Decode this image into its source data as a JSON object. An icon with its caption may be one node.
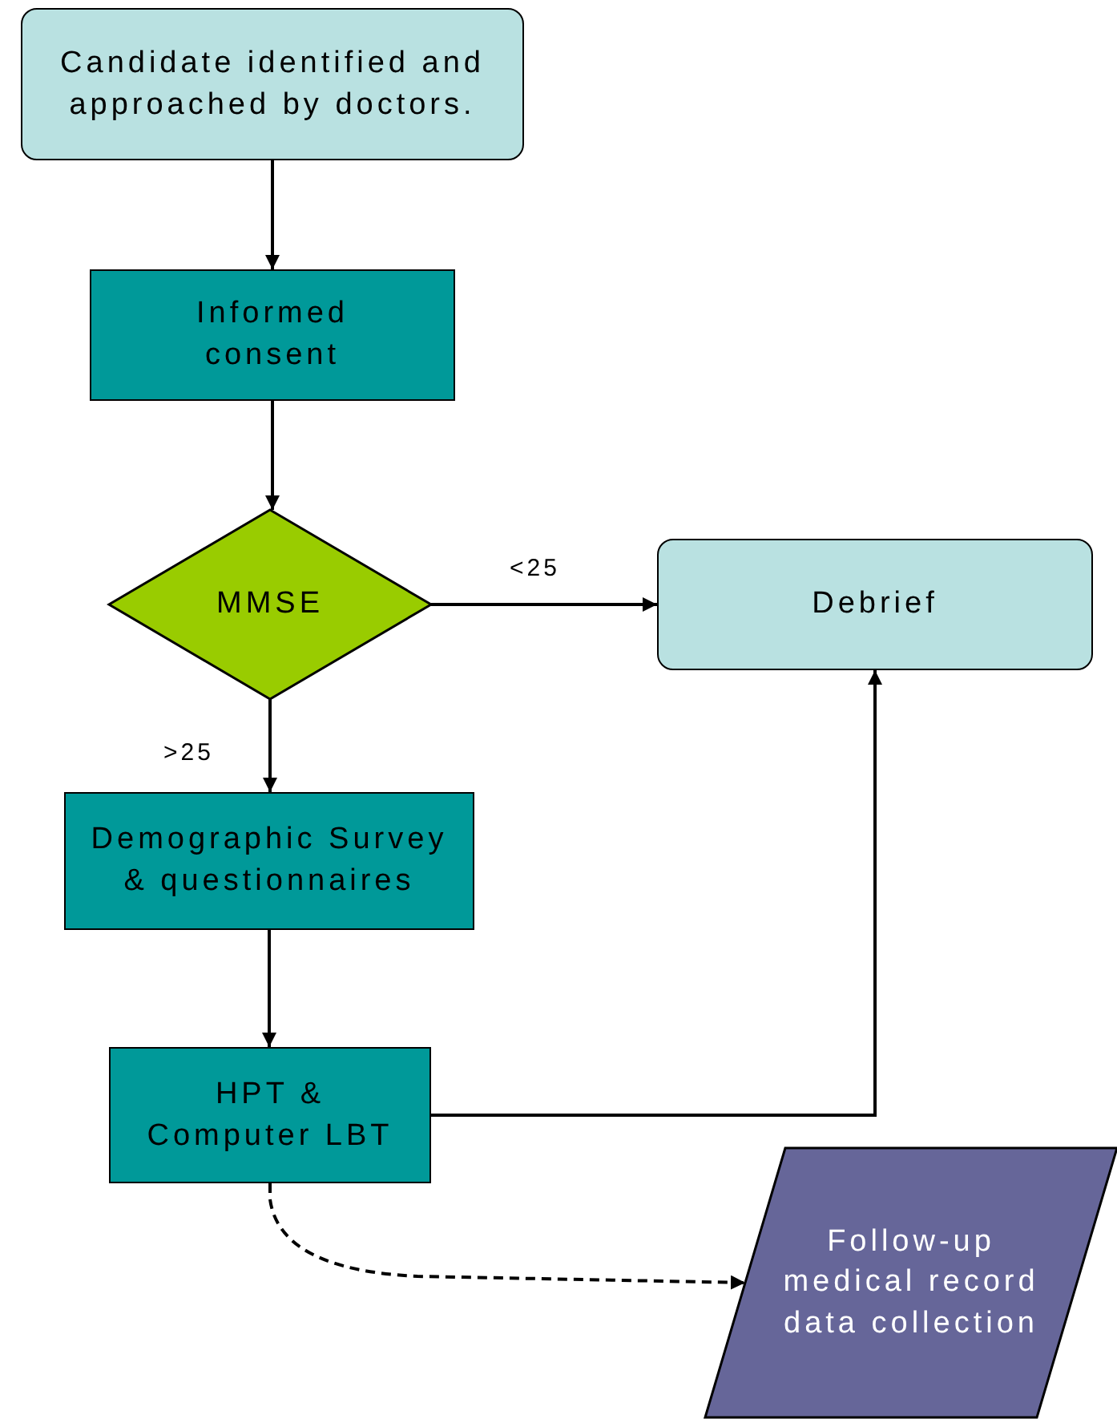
{
  "diagram": {
    "nodes": [
      {
        "text": [
          "Candidate identified and approached by doctors."
        ]
      },
      {
        "text": [
          "Informed consent"
        ]
      },
      {
        "text": [
          "MMSE"
        ]
      },
      {
        "text": [
          "Debrief"
        ]
      },
      {
        "text": [
          "Demographic Survey & questionnaires"
        ]
      },
      {
        "text": [
          "HPT & Computer LBT"
        ]
      },
      {
        "text": [
          "Follow-up medical record data collection"
        ]
      }
    ],
    "edges": [
      {
        "from": 0,
        "to": 1,
        "arrow": "to"
      },
      {
        "from": 1,
        "to": 2,
        "arrow": "to"
      },
      {
        "from": 2,
        "to": 3,
        "arrow": "to",
        "label": "<25"
      },
      {
        "from": 2,
        "to": 4,
        "arrow": "to",
        "label": ">25"
      },
      {
        "from": 4,
        "to": 5,
        "arrow": "to"
      },
      {
        "from": 5,
        "to": 3,
        "arrow": "to"
      },
      {
        "from": 5,
        "to": 6,
        "arrow": "to",
        "style": "dashed"
      }
    ]
  }
}
